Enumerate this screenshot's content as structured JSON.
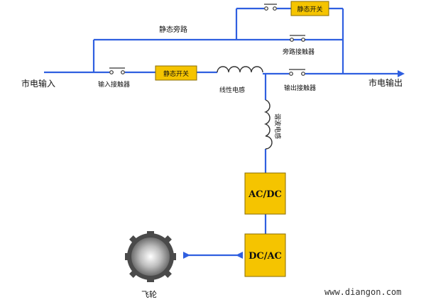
{
  "labels": {
    "mains_input": "市电输入",
    "mains_output": "市电输出",
    "static_bypass": "静态旁路",
    "input_contactor": "输入接触器",
    "bypass_contactor": "旁路接触器",
    "output_contactor": "输出接触器",
    "linear_inductor": "线性电感",
    "choke_inductor": "谐波电感",
    "flywheel": "飞轮",
    "watermark": "www.diangon.com"
  },
  "boxes": {
    "static_switch_top": "静态开关",
    "static_switch_main": "静态开关",
    "ac_dc": "AC/DC",
    "dc_ac": "DC/AC"
  },
  "colors": {
    "line": "#2f5fe0",
    "box_fill": "#f5c400",
    "box_border": "#8a6d00"
  }
}
